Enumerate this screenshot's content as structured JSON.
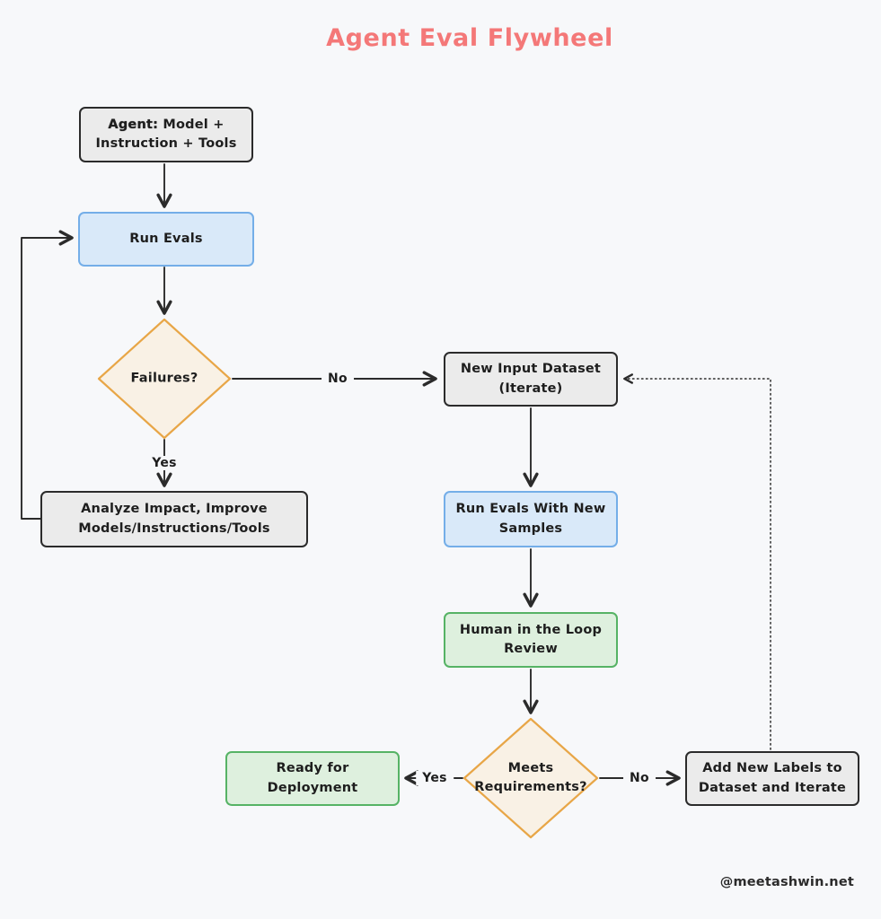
{
  "title": "Agent Eval Flywheel",
  "credit": "@meetashwin.net",
  "colors": {
    "background": "#f7f8fa",
    "title": "#f47878",
    "text": "#1e1e1e",
    "line": "#2b2b2b",
    "gray_fill": "#ebebeb",
    "gray_border": "#2b2b2b",
    "blue_fill": "#d9e9f9",
    "blue_border": "#74aee8",
    "green_fill": "#def0de",
    "green_border": "#56b365",
    "decision_fill": "#f9f1e5",
    "decision_border": "#e8a647"
  },
  "nodes": {
    "agent": {
      "label_prefix": "Agent:",
      "label": " Model +\nInstruction + Tools",
      "type": "gray"
    },
    "run_evals": {
      "label": "Run Evals",
      "type": "blue"
    },
    "failures": {
      "label": "Failures?",
      "type": "decision"
    },
    "new_input_dataset": {
      "label": "New Input Dataset\n(Iterate)",
      "type": "gray"
    },
    "analyze_impact": {
      "label": "Analyze Impact, Improve\nModels/Instructions/Tools",
      "type": "gray"
    },
    "run_evals_new_samples": {
      "label": "Run Evals With New\nSamples",
      "type": "blue"
    },
    "human_review": {
      "label": "Human in the Loop\nReview",
      "type": "green"
    },
    "meets_requirements": {
      "label": "Meets\nRequirements?",
      "type": "decision"
    },
    "ready_deployment": {
      "label": "Ready for Deployment",
      "type": "green"
    },
    "add_new_labels": {
      "label": "Add New Labels to\nDataset and Iterate",
      "type": "gray"
    }
  },
  "edge_labels": {
    "failures_no": "No",
    "failures_yes": "Yes",
    "meets_yes": "Yes",
    "meets_no": "No"
  }
}
